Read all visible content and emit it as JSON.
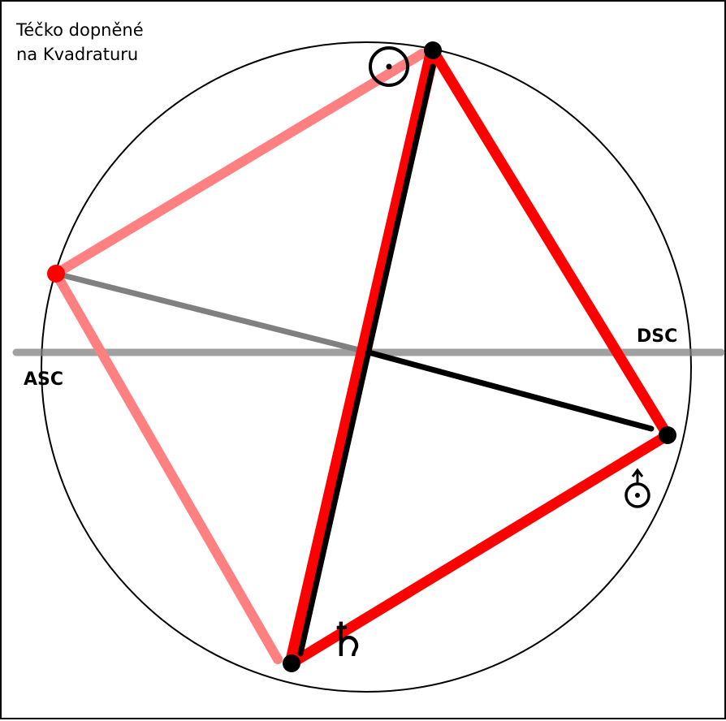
{
  "title": {
    "line1": "Téčko dopněné",
    "line2": "na Kvadraturu"
  },
  "labels": {
    "asc": "ASC",
    "dsc": "DSC"
  },
  "symbols": {
    "sun": "sun-symbol",
    "uranus": "uranus-symbol",
    "saturn": "♄"
  },
  "colors": {
    "t_square": "#ff0000",
    "completion": "#ff8080",
    "axis": "#808080",
    "opposition": "#000000",
    "planet_dot": "#000000",
    "empty_point": "#ff0000"
  }
}
